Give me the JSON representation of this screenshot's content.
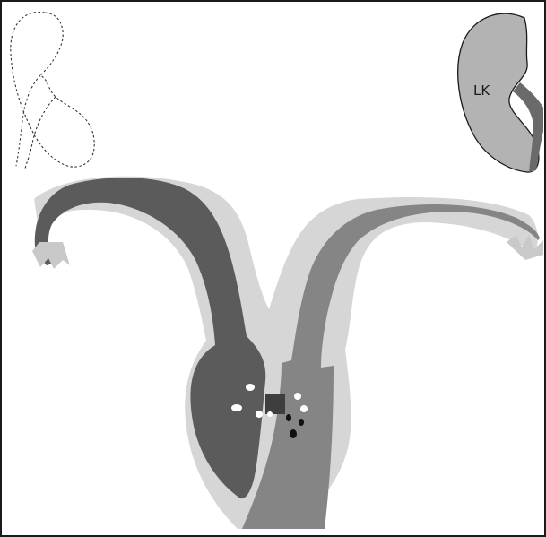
{
  "labels": {
    "left_kidney": "LK"
  },
  "colors": {
    "frame": "#1a1a1a",
    "serosa_light": "#c9c9c9",
    "serosa_lighter": "#d6d6d6",
    "left_horn_dark": "#5b5b5b",
    "right_horn_mid": "#858585",
    "kidney_fill": "#b3b3b3",
    "ureter_fill": "#6a6a6a",
    "dot_white": "#ffffff",
    "dot_black": "#111111"
  },
  "icons": {
    "absent_kidney": "dashed-kidney-outline",
    "present_kidney": "filled-kidney"
  }
}
